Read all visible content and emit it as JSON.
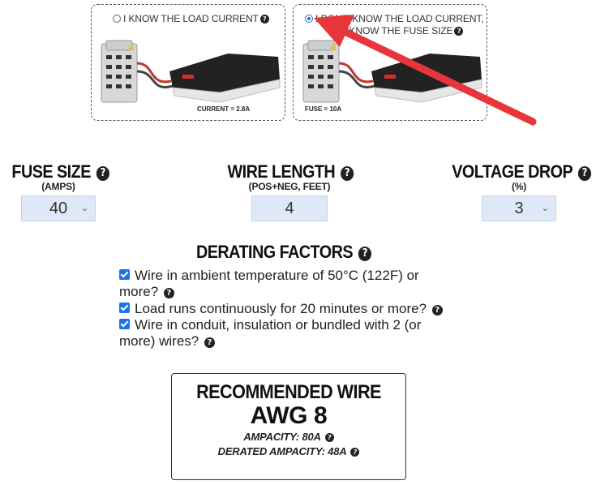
{
  "options": {
    "known_current": {
      "label": "I KNOW THE LOAD CURRENT",
      "caption": "CURRENT = 2.8A",
      "selected": false
    },
    "known_fuse": {
      "label_line1": "I DON'T KNOW THE LOAD CURRENT,",
      "label_line2": "I KNOW THE FUSE SIZE",
      "caption": "FUSE = 10A",
      "selected": true
    }
  },
  "params": {
    "fuse_size": {
      "title": "FUSE SIZE",
      "subtitle": "(AMPS)",
      "value": "40"
    },
    "wire_length": {
      "title": "WIRE LENGTH",
      "subtitle": "(POS+NEG, FEET)",
      "value": "4"
    },
    "voltage_drop": {
      "title": "VOLTAGE DROP",
      "subtitle": "(%)",
      "value": "3"
    }
  },
  "derating": {
    "title": "DERATING FACTORS",
    "factors": [
      {
        "line1": "Wire in ambient temperature of 50°C (122F) or",
        "line2": "more?",
        "checked": true
      },
      {
        "line1": "Load runs continuously for 20 minutes or more?",
        "line2": "",
        "checked": true
      },
      {
        "line1": "Wire in conduit, insulation or bundled with 2 (or",
        "line2": "more) wires?",
        "checked": true
      }
    ]
  },
  "recommendation": {
    "title": "RECOMMENDED WIRE",
    "gauge": "AWG 8",
    "ampacity": "AMPACITY: 80A",
    "derated_ampacity": "DERATED AMPACITY: 48A"
  },
  "icons": {
    "help": "?"
  },
  "colors": {
    "accent_blue": "#1a73e8",
    "input_bg": "#dfe8f6",
    "arrow_red": "#e8353b"
  }
}
